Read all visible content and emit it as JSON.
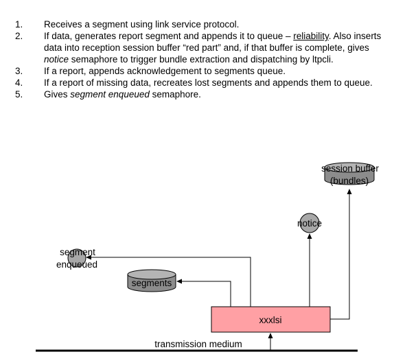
{
  "steps": [
    {
      "num": "1.",
      "parts": [
        {
          "t": "Receives a segment using link service protocol."
        }
      ]
    },
    {
      "num": "2.",
      "parts": [
        {
          "t": "If data, generates report segment and appends it to queue – "
        },
        {
          "t": "reliability",
          "u": true
        },
        {
          "t": ". Also inserts data into reception session buffer “red part” and, if that buffer is complete, gives "
        },
        {
          "t": "notice",
          "i": true
        },
        {
          "t": " semaphore to trigger bundle extraction and dispatching by ltpcli."
        }
      ]
    },
    {
      "num": "3.",
      "parts": [
        {
          "t": "If a report, appends acknowledgement to segments queue."
        }
      ]
    },
    {
      "num": "4.",
      "parts": [
        {
          "t": "If a report of missing data, recreates lost segments and appends them to queue."
        }
      ]
    },
    {
      "num": "5.",
      "parts": [
        {
          "t": "Gives "
        },
        {
          "t": "segment enqueued",
          "i": true
        },
        {
          "t": " semaphore."
        }
      ]
    }
  ],
  "diagram": {
    "session_buffer_line1": "session buffer",
    "session_buffer_line2": "(bundles)",
    "notice": "notice",
    "segment_enqueued_line1": "segment",
    "segment_enqueued_line2": "enqueued",
    "segments": "segments",
    "process": "xxxlsi",
    "medium": "transmission medium"
  },
  "colors": {
    "process_fill": "#ffa0a4",
    "store_fill": "#8c8c8c",
    "store_top": "#b4b4b4",
    "semaphore_fill": "#a8a8a8"
  }
}
